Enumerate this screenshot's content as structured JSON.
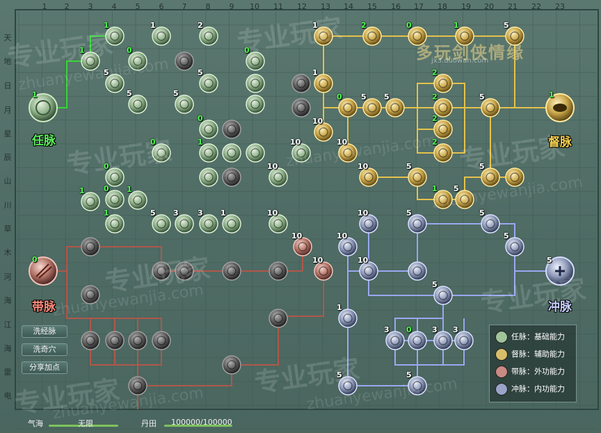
{
  "columns": [
    "1",
    "2",
    "3",
    "4",
    "5",
    "6",
    "7",
    "8",
    "9",
    "10",
    "11",
    "12",
    "13",
    "14",
    "15",
    "16",
    "17",
    "18",
    "19",
    "20",
    "21",
    "22",
    "23"
  ],
  "rows": [
    "天",
    "地",
    "日",
    "月",
    "星",
    "辰",
    "山",
    "川",
    "草",
    "木",
    "河",
    "海",
    "江",
    "海",
    "雷",
    "电"
  ],
  "meridians": {
    "ren": {
      "label": "任脉",
      "level": "1",
      "color": "#4cd64c"
    },
    "du": {
      "label": "督脉",
      "level": "1",
      "color": "#e0c040"
    },
    "dai": {
      "label": "带脉",
      "level": "0",
      "color": "#d06a5a"
    },
    "chong": {
      "label": "冲脉",
      "level": "5",
      "color": "#8090e0"
    }
  },
  "buttons": {
    "wash_jingmai": "洗经脉",
    "wash_qixue": "洗奇穴",
    "share_points": "分享加点"
  },
  "legend": [
    {
      "text": "任脉：基础能力",
      "color": "#9fc49a"
    },
    {
      "text": "督脉：辅助能力",
      "color": "#d8be6a"
    },
    {
      "text": "带脉：外功能力",
      "color": "#c98a82"
    },
    {
      "text": "冲脉：内功能力",
      "color": "#9aa4c8"
    }
  ],
  "status": {
    "qihai_label": "气海",
    "qihai_value": "无限",
    "dantian_label": "丹田",
    "dantian_value": "100000/100000"
  },
  "watermarks": {
    "cn": "专业玩家",
    "en": "zhuanyewanjia.com",
    "logo": "多玩剑侠情缘",
    "logo_url": "jx3.duowan.com"
  },
  "icons": {
    "ren": "jade-orb-icon",
    "du": "golden-swirl-icon",
    "dai": "blood-claw-icon",
    "chong": "azure-spirit-icon"
  }
}
